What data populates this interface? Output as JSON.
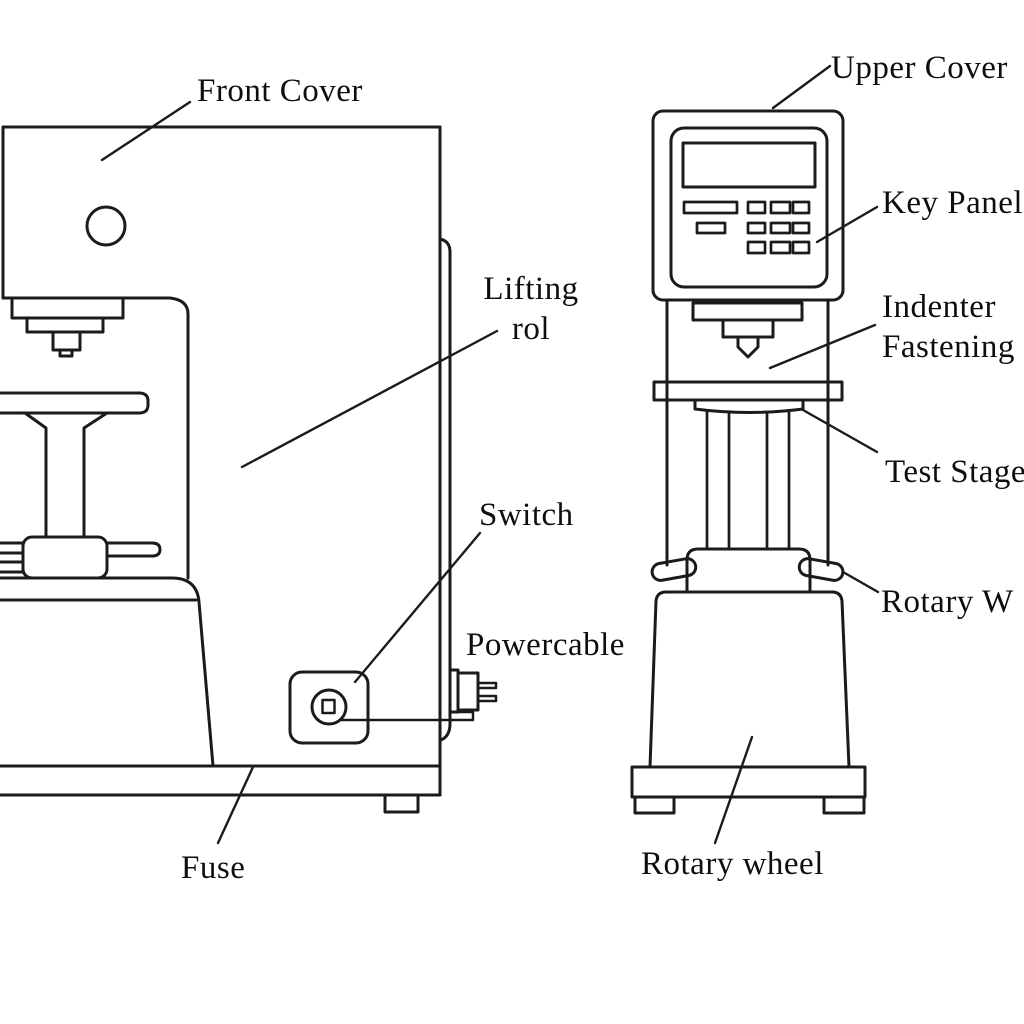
{
  "diagram": {
    "type": "technical-line-drawing",
    "subject": "hardness tester machine, side view (left) and front view (right)",
    "colors": {
      "background": "#ffffff",
      "line": "#1b1b1b",
      "text": "#0e0e0e"
    },
    "labels": {
      "front_cover": "Front Cover",
      "lifting_rod_line1": "Lifting",
      "lifting_rod_line2": "rol",
      "switch": "Switch",
      "powercable": "Powercable",
      "fuse": "Fuse",
      "upper_cover": "Upper Cover",
      "key_panel": "Key Panel",
      "indenter_fastening_line1": "Indenter",
      "indenter_fastening_line2": "Fastening",
      "test_stage": "Test Stage",
      "rotary_wheel_side": "Rotary W",
      "rotary_wheel_bottom": "Rotary wheel"
    }
  }
}
